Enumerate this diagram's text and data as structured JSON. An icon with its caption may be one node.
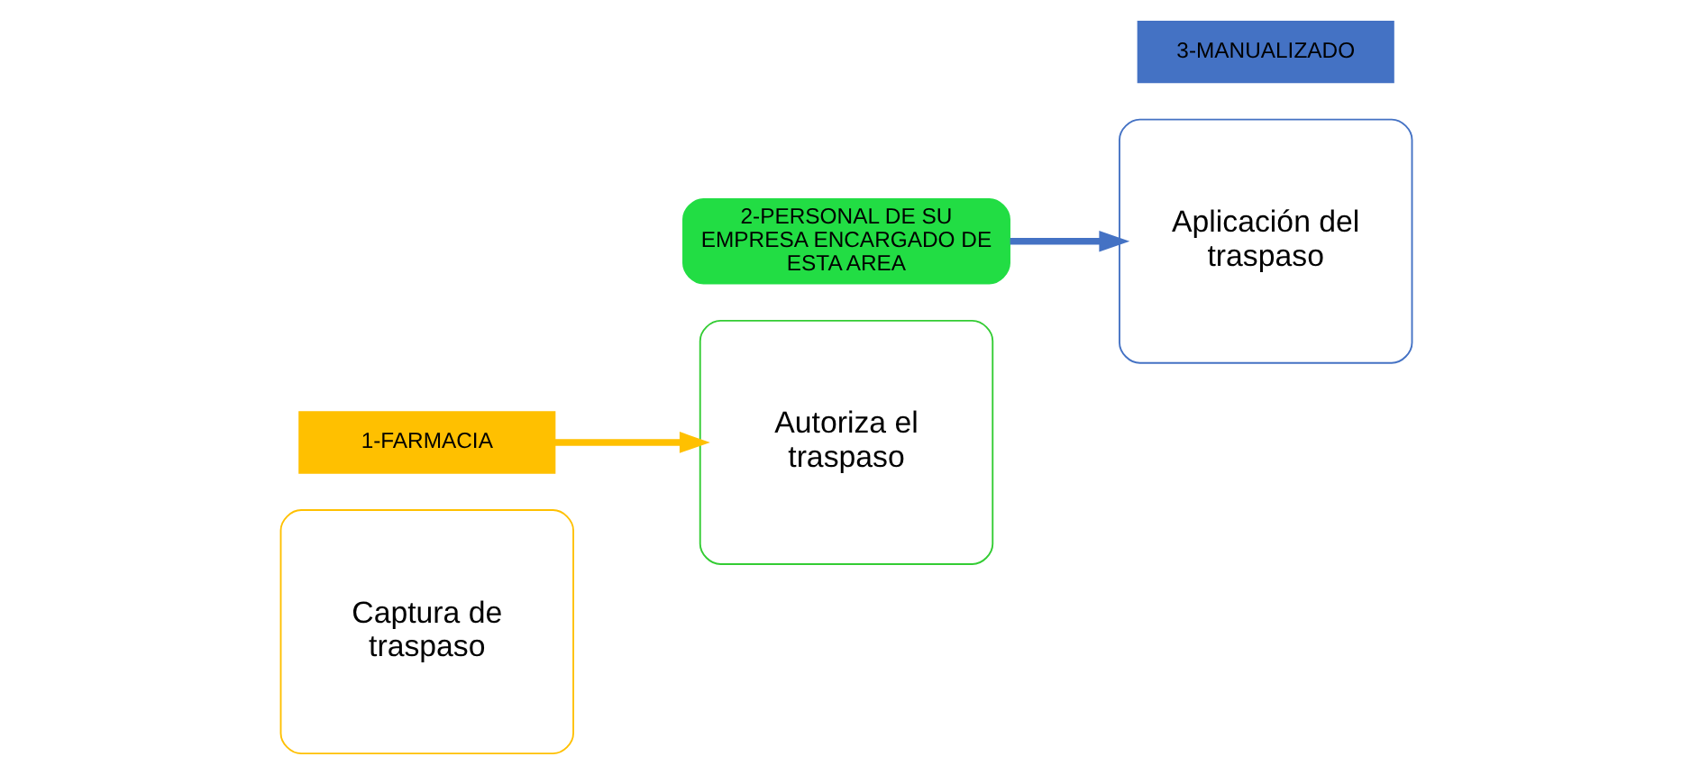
{
  "diagram": {
    "nodes": [
      {
        "text": [
          "Captura de traspaso"
        ]
      },
      {
        "text": [
          "1-FARMACIA"
        ]
      },
      {
        "text": [
          "Autoriza el traspaso"
        ]
      },
      {
        "text": [
          "2-PERSONAL DE SU EMPRESA ENCARGADO DE ESTA AREA"
        ]
      },
      {
        "text": [
          "Aplicación del traspaso"
        ]
      },
      {
        "text": [
          "3-MANUALIZADO"
        ]
      }
    ],
    "edges": [
      {
        "from": 1,
        "to": 2,
        "arrow": "to",
        "color": "#ffc000"
      },
      {
        "from": 3,
        "to": 4,
        "arrow": "to",
        "color": "#4472c4"
      }
    ]
  }
}
